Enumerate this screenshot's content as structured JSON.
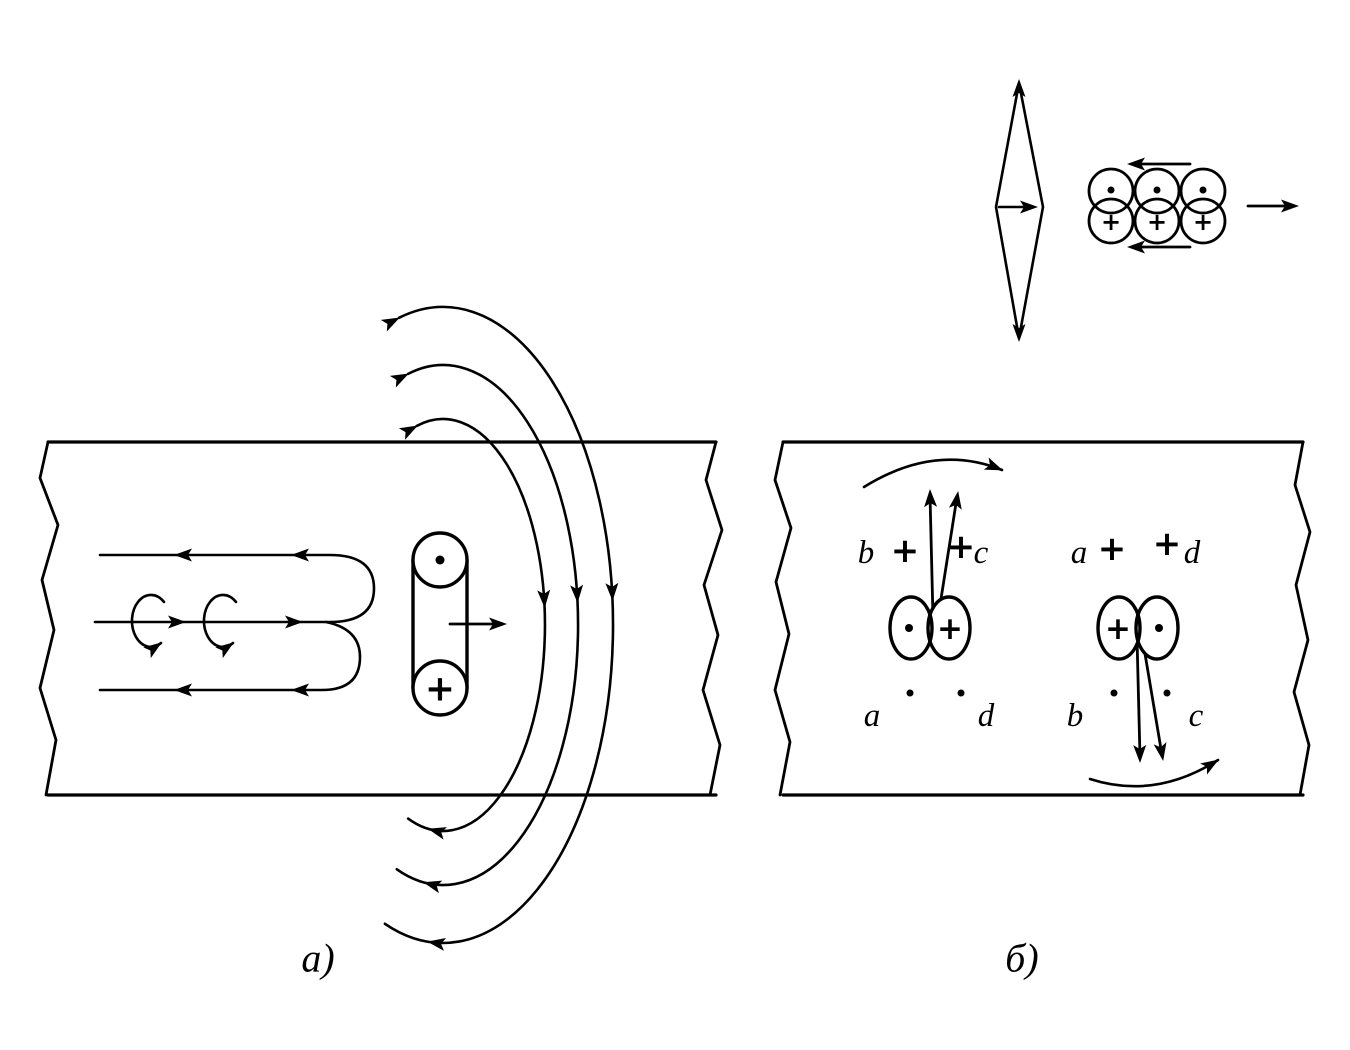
{
  "figure": {
    "panel_a_label": "а)",
    "panel_b_label": "б)"
  },
  "icons": {
    "field_in_plus": "+",
    "field_out_dot": "•"
  },
  "panel_b": {
    "left_dipole_corner_labels": {
      "top_left": "b",
      "top_right": "c",
      "bottom_left": "a",
      "bottom_right": "d"
    },
    "right_dipole_corner_labels": {
      "top_left": "a",
      "top_right": "d",
      "bottom_left": "b",
      "bottom_right": "c"
    }
  },
  "colors": {
    "background": "#ffffff",
    "ink": "#000000"
  }
}
